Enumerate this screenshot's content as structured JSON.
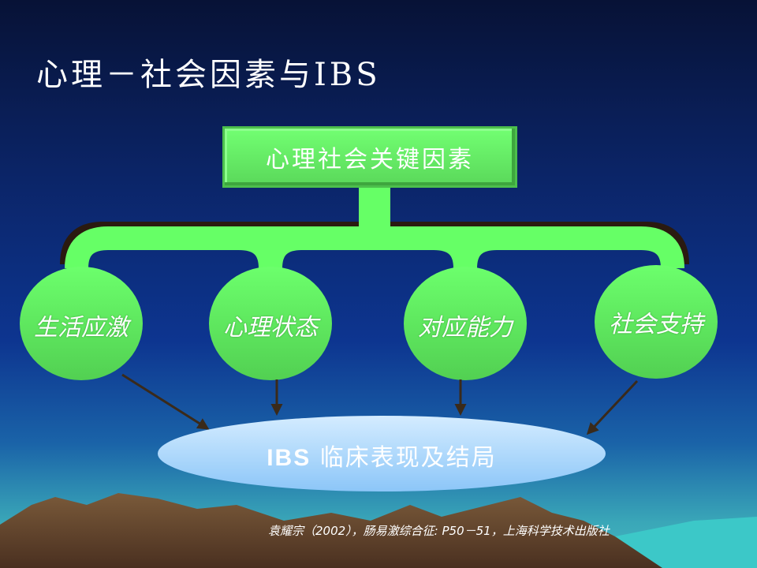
{
  "title": "心理－社会因素与IBS",
  "root": "心理社会关键因素",
  "factors": [
    {
      "label": "生活应激"
    },
    {
      "label": "心理状态"
    },
    {
      "label": "对应能力"
    },
    {
      "label": "社会支持"
    }
  ],
  "outcome": {
    "prefix": "IBS",
    "label": "临床表现及结局"
  },
  "citation": "袁耀宗（2002），肠易激综合征: P50－51，上海科学技术出版社",
  "colors": {
    "green": "#66ff66",
    "outcome": "#a8d8ff",
    "arrow": "#3a2a1a"
  }
}
